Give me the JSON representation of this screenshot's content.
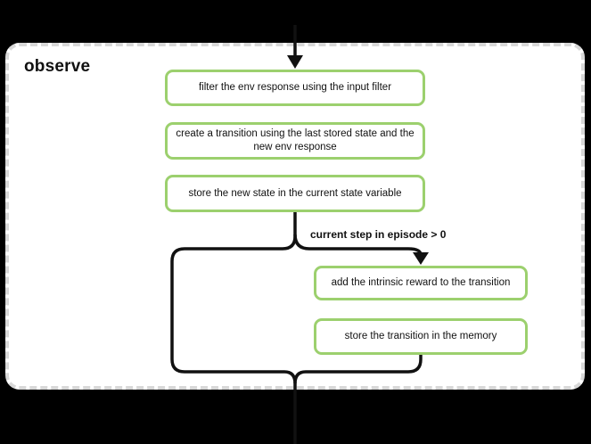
{
  "frame": {
    "title": "observe"
  },
  "steps": [
    {
      "id": "filter-env-response",
      "label": "filter the env response using the input filter"
    },
    {
      "id": "create-transition",
      "label": "create a transition using the last stored state and the new env response"
    },
    {
      "id": "store-new-state",
      "label": "store the new state in the current state variable"
    },
    {
      "id": "add-intrinsic-reward",
      "label": "add the intrinsic reward to the transition"
    },
    {
      "id": "store-transition",
      "label": "store the transition in the memory"
    }
  ],
  "branch": {
    "condition_label": "current step in episode > 0"
  },
  "colors": {
    "background": "#000000",
    "frame_fill": "#ffffff",
    "frame_border": "#d8d8d8",
    "step_border": "#9cd06e",
    "connector": "#111111",
    "text": "#111111"
  }
}
